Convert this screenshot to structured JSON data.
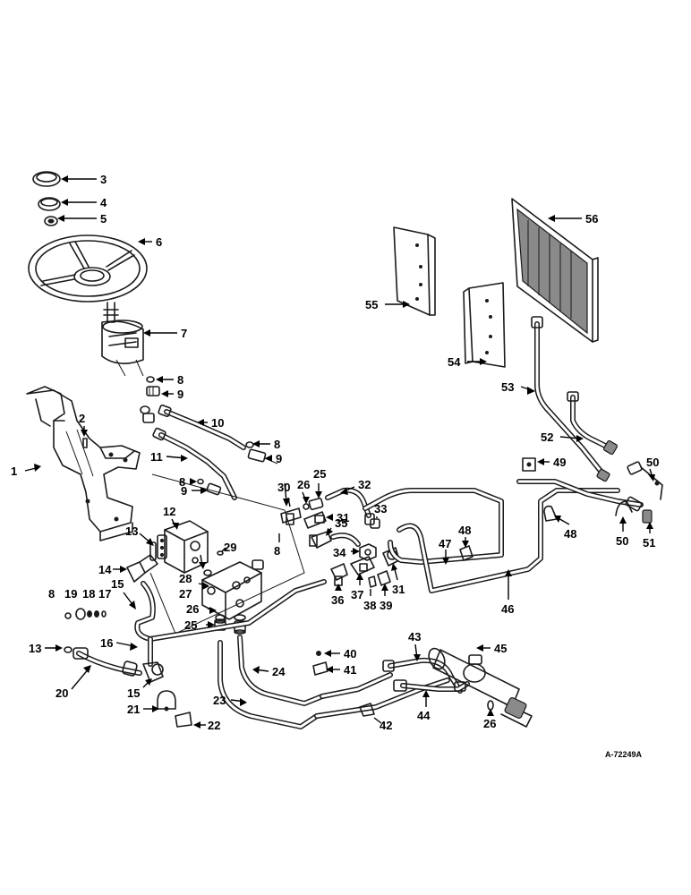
{
  "drawing_code": "A-72249A",
  "callouts": [
    {
      "id": "c1",
      "text": "1"
    },
    {
      "id": "c2",
      "text": "2"
    },
    {
      "id": "c3",
      "text": "3"
    },
    {
      "id": "c4",
      "text": "4"
    },
    {
      "id": "c5",
      "text": "5"
    },
    {
      "id": "c6",
      "text": "6"
    },
    {
      "id": "c7",
      "text": "7"
    },
    {
      "id": "c8a",
      "text": "8"
    },
    {
      "id": "c9a",
      "text": "9"
    },
    {
      "id": "c10",
      "text": "10"
    },
    {
      "id": "c8b",
      "text": "8"
    },
    {
      "id": "c9b",
      "text": "9"
    },
    {
      "id": "c11",
      "text": "11"
    },
    {
      "id": "c8c",
      "text": "8"
    },
    {
      "id": "c9c",
      "text": "9"
    },
    {
      "id": "c12",
      "text": "12"
    },
    {
      "id": "c13a",
      "text": "13"
    },
    {
      "id": "c8d",
      "text": "8"
    },
    {
      "id": "c14",
      "text": "14"
    },
    {
      "id": "c15a",
      "text": "15"
    },
    {
      "id": "c8e",
      "text": "8"
    },
    {
      "id": "c19",
      "text": "19"
    },
    {
      "id": "c18",
      "text": "18"
    },
    {
      "id": "c17",
      "text": "17"
    },
    {
      "id": "c13b",
      "text": "13"
    },
    {
      "id": "c16",
      "text": "16"
    },
    {
      "id": "c20",
      "text": "20"
    },
    {
      "id": "c15b",
      "text": "15"
    },
    {
      "id": "c21",
      "text": "21"
    },
    {
      "id": "c22",
      "text": "22"
    },
    {
      "id": "c23",
      "text": "23"
    },
    {
      "id": "c24",
      "text": "24"
    },
    {
      "id": "c25a",
      "text": "25"
    },
    {
      "id": "c26a",
      "text": "26"
    },
    {
      "id": "c27",
      "text": "27"
    },
    {
      "id": "c28",
      "text": "28"
    },
    {
      "id": "c29",
      "text": "29"
    },
    {
      "id": "c30",
      "text": "30"
    },
    {
      "id": "c26b",
      "text": "26"
    },
    {
      "id": "c25b",
      "text": "25"
    },
    {
      "id": "c31a",
      "text": "31"
    },
    {
      "id": "c32",
      "text": "32"
    },
    {
      "id": "c33",
      "text": "33"
    },
    {
      "id": "c35",
      "text": "35"
    },
    {
      "id": "c34",
      "text": "34"
    },
    {
      "id": "c36",
      "text": "36"
    },
    {
      "id": "c37",
      "text": "37"
    },
    {
      "id": "c38",
      "text": "38"
    },
    {
      "id": "c39",
      "text": "39"
    },
    {
      "id": "c31b",
      "text": "31"
    },
    {
      "id": "c40",
      "text": "40"
    },
    {
      "id": "c41",
      "text": "41"
    },
    {
      "id": "c42",
      "text": "42"
    },
    {
      "id": "c43",
      "text": "43"
    },
    {
      "id": "c44",
      "text": "44"
    },
    {
      "id": "c45",
      "text": "45"
    },
    {
      "id": "c26c",
      "text": "26"
    },
    {
      "id": "c46",
      "text": "46"
    },
    {
      "id": "c47",
      "text": "47"
    },
    {
      "id": "c48a",
      "text": "48"
    },
    {
      "id": "c48b",
      "text": "48"
    },
    {
      "id": "c49",
      "text": "49"
    },
    {
      "id": "c50a",
      "text": "50"
    },
    {
      "id": "c50b",
      "text": "50"
    },
    {
      "id": "c51",
      "text": "51"
    },
    {
      "id": "c52",
      "text": "52"
    },
    {
      "id": "c53",
      "text": "53"
    },
    {
      "id": "c54",
      "text": "54"
    },
    {
      "id": "c55",
      "text": "55"
    },
    {
      "id": "c56",
      "text": "56"
    }
  ]
}
